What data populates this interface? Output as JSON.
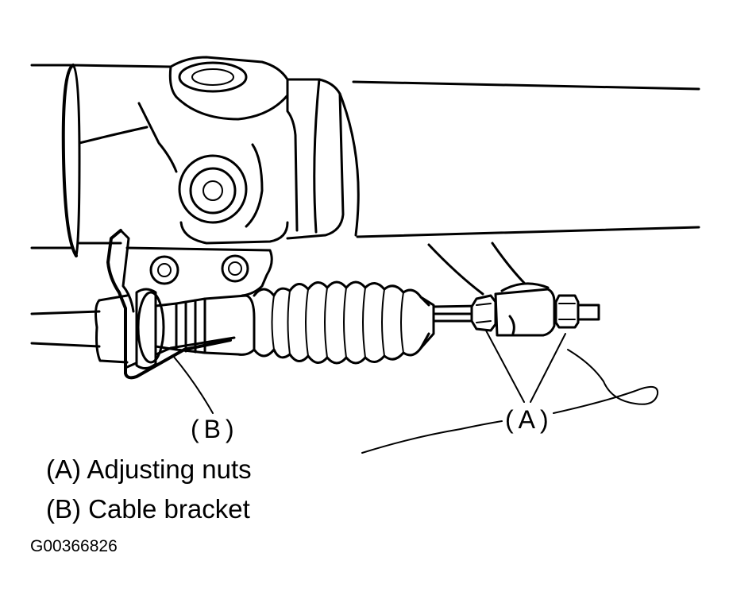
{
  "callouts": {
    "a": "(A)",
    "b": "(B)"
  },
  "legend": [
    "(A) Adjusting nuts",
    "(B) Cable bracket"
  ],
  "figure_id": "G00366826"
}
